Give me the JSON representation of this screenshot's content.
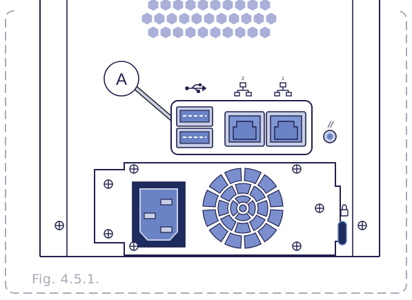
{
  "figure": {
    "caption": "Fig. 4.5.1.",
    "callout_label": "A",
    "lan_port_numbers": [
      "2",
      "1"
    ],
    "usb_symbol": "usb-icon",
    "network_symbol": "network-icon",
    "reset_symbol": "//",
    "colors": {
      "device_outline": "#1f1f4d",
      "accent_blue": "#6a83c4",
      "light_blue": "#c9cfe6",
      "lavender": "#aab0d8",
      "port_fill": "#7d96d1",
      "dashed_frame": "#a8aab8",
      "navy_block": "#1d2b5e",
      "fan_blade": "#7b8fce"
    }
  }
}
